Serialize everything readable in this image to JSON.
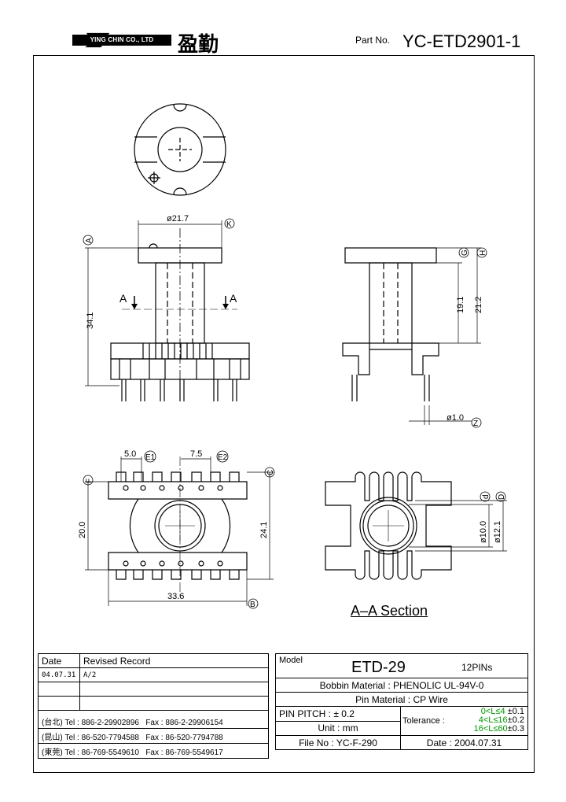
{
  "header": {
    "company_en": "YING CHIN CO., LTD",
    "company_cn": "盈勤",
    "part_no_label": "Part No.",
    "part_no": "YC-ETD2901-1"
  },
  "dimensions": {
    "top_od": "ø21.7",
    "height": "34.1",
    "h1": "19.1",
    "h2": "21.2",
    "pin_dia": "ø1.0",
    "pitch_e1": "5.0",
    "pitch_e2": "7.5",
    "width_20": "20.0",
    "width_24": "24.1",
    "length": "33.6",
    "inner_d": "ø10.0",
    "outer_d": "ø12.1",
    "section_mark": "A"
  },
  "callouts": {
    "A": "A",
    "K": "K",
    "G": "G",
    "H": "H",
    "Z": "Z",
    "E1": "E1",
    "E2": "E2",
    "C": "C",
    "F": "F",
    "B": "B",
    "d": "d",
    "D": "D"
  },
  "section_label": "A–A Section",
  "revision": {
    "col_date": "Date",
    "col_record": "Revised Record",
    "rows": [
      {
        "date": "04.07.31",
        "record": "A/2"
      },
      {
        "date": "",
        "record": ""
      },
      {
        "date": "",
        "record": ""
      }
    ],
    "contacts": [
      {
        "city": "(台北)",
        "tel": "Tel : 886-2-29902896",
        "fax": "Fax : 886-2-29906154"
      },
      {
        "city": "(昆山)",
        "tel": "Tel : 86-520-7794588",
        "fax": "Fax : 86-520-7794788"
      },
      {
        "city": "(東莞)",
        "tel": "Tel : 86-769-5549610",
        "fax": "Fax : 86-769-5549617"
      }
    ]
  },
  "spec": {
    "model_label": "Model",
    "model": "ETD-29",
    "pins": "12PINs",
    "bobbin_label": "Bobbin  Material :",
    "bobbin_value": "PHENOLIC UL-94V-0",
    "pin_label": "Pin  Material :",
    "pin_value": "CP Wire",
    "pitch_label": "PIN  PITCH :",
    "pitch_value": "± 0.2",
    "unit_label": "Unit :",
    "unit_value": "mm",
    "file_label": "File  No :",
    "file_value": "YC-F-290",
    "tolerance_label": "Tolerance :",
    "tol1_range": "0<L≤4",
    "tol1_value": "±0.1",
    "tol2_range": "4<L≤16",
    "tol2_value": "±0.2",
    "tol3_range": "16<L≤60",
    "tol3_value": "±0.3",
    "date_label": "Date :",
    "date_value": "2004.07.31"
  }
}
